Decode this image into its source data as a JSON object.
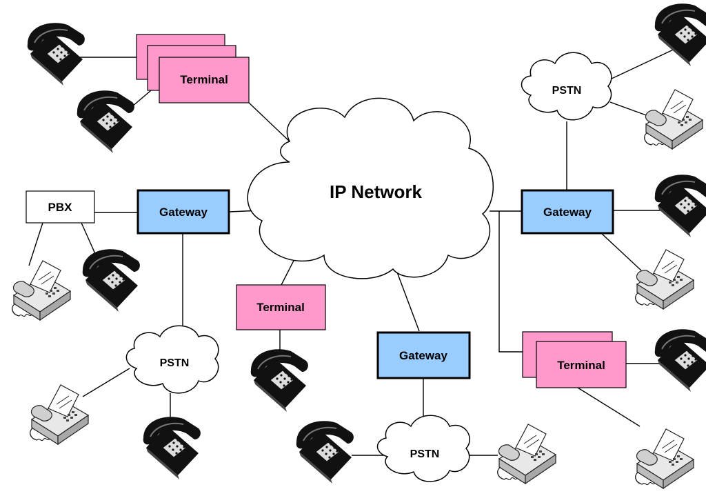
{
  "labels": {
    "ip_network": "IP Network",
    "terminal": "Terminal",
    "gateway": "Gateway",
    "pstn": "PSTN",
    "pbx": "PBX"
  },
  "colors": {
    "terminal_fill": "#ff99cc",
    "gateway_fill": "#99ccff",
    "cloud_fill": "#ffffff",
    "line": "#000000"
  },
  "icons": {
    "phone": "telephone-icon",
    "fax": "fax-machine-icon"
  }
}
